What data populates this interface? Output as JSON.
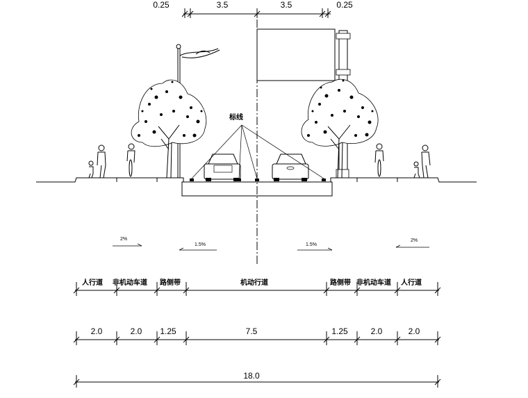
{
  "top_dims": {
    "left_margin": "0.25",
    "left_lane": "3.5",
    "right_lane": "3.5",
    "right_margin": "0.25"
  },
  "marking_label": "标线",
  "slopes": {
    "left_outer": "2%",
    "left_inner": "1.5%",
    "right_inner": "1.5%",
    "right_outer": "2%"
  },
  "sections": [
    {
      "name": "人行道",
      "width": "2.0"
    },
    {
      "name": "非机动车道",
      "width": "2.0"
    },
    {
      "name": "路侧带",
      "width": "1.25"
    },
    {
      "name": "机动行道",
      "width": "7.5"
    },
    {
      "name": "路侧带",
      "width": "1.25"
    },
    {
      "name": "非机动车道",
      "width": "2.0"
    },
    {
      "name": "人行道",
      "width": "2.0"
    }
  ],
  "total_width": "18.0"
}
